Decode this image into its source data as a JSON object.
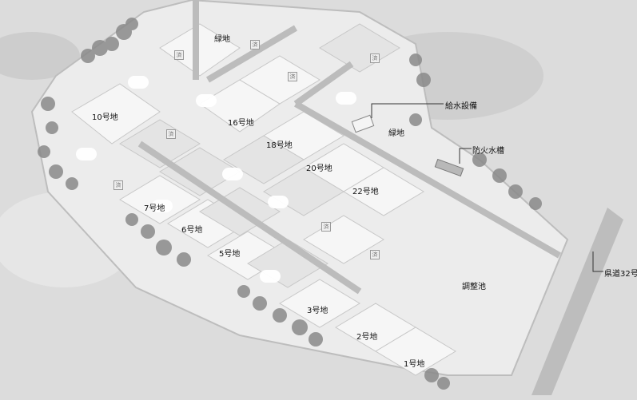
{
  "lots": [
    {
      "id": "lot-10",
      "label": "10号地",
      "sold": false
    },
    {
      "id": "lot-16",
      "label": "16号地",
      "sold": false
    },
    {
      "id": "lot-18",
      "label": "18号地",
      "sold": false
    },
    {
      "id": "lot-20",
      "label": "20号地",
      "sold": false
    },
    {
      "id": "lot-22",
      "label": "22号地",
      "sold": false
    },
    {
      "id": "lot-7",
      "label": "7号地",
      "sold": false
    },
    {
      "id": "lot-6",
      "label": "6号地",
      "sold": false
    },
    {
      "id": "lot-5",
      "label": "5号地",
      "sold": false
    },
    {
      "id": "lot-3",
      "label": "3号地",
      "sold": false
    },
    {
      "id": "lot-2",
      "label": "2号地",
      "sold": false
    },
    {
      "id": "lot-1",
      "label": "1号地",
      "sold": false
    }
  ],
  "sold_mark": "済",
  "features": {
    "green_area_top": "緑地",
    "green_area_right": "緑地",
    "water_supply": "給水設備",
    "fire_tank": "防火水槽",
    "retention_pond": "調整池",
    "prefectural_road": "県道32号"
  },
  "colors": {
    "background": "#d9d9d9",
    "lot_light": "#f1f1f1",
    "lot_mid": "#e2e2e2",
    "road": "#c9c9c9",
    "tree": "#8a8a8a"
  }
}
